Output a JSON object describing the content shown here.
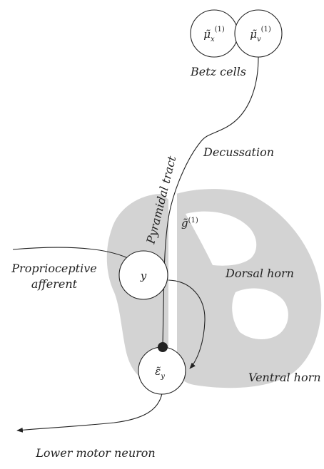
{
  "labels": {
    "betz_cells": "Betz cells",
    "decussation": "Decussation",
    "pyramidal_tract": "Pyramidal tract",
    "proprioceptive_line1": "Proprioceptive",
    "proprioceptive_line2": "afferent",
    "dorsal_horn": "Dorsal horn",
    "ventral_horn": "Ventral horn",
    "lower_motor_neuron": "Lower motor neuron"
  },
  "nodes": {
    "mu_x": {
      "base": "μ̃",
      "sub": "x",
      "sup": "(1)"
    },
    "mu_v": {
      "base": "μ̃",
      "sub": "v",
      "sup": "(1)"
    },
    "y": {
      "base": "y"
    },
    "eps_y": {
      "base": "ε̃",
      "sub": "y"
    }
  },
  "edges": {
    "g1": {
      "base": "g̃",
      "sup": "(1)"
    }
  },
  "colors": {
    "spinal_grey": "#d3d3d3",
    "ink": "#222222",
    "background": "#ffffff"
  }
}
